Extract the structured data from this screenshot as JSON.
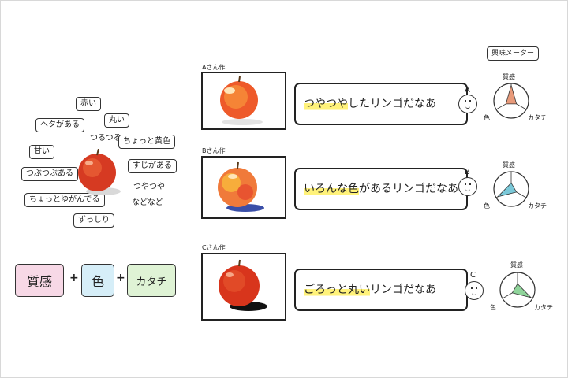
{
  "left_words": {
    "akai": "赤い",
    "marui": "丸い",
    "heta": "ヘタがある",
    "tsurutsuru": "つるつる",
    "chotto_koshoku": "ちょっと黄色",
    "amai": "甘い",
    "sujigaaru": "すじがある",
    "tsubutsubu": "つぶつぶある",
    "tsuyatsuya": "つやつや",
    "yugandeiru": "ちょっとゆがんでる",
    "nadonado": "などなど",
    "zusshiri": "ずっしり"
  },
  "elements": {
    "shitsukan": "質感",
    "iro": "色",
    "katachi": "カタチ",
    "plus": "+"
  },
  "meter_title": "興味メーター",
  "rows": [
    {
      "caption": "Aさん作",
      "speech_hl": "つやつや",
      "speech_rest": "したリンゴだなあ",
      "letter": "A",
      "radar_top": "質感",
      "radar_left": "色",
      "radar_right": "カタチ",
      "radar": {
        "shitsukan": 0.9,
        "iro": 0.35,
        "katachi": 0.35
      },
      "colors": {
        "apple": "#ee5a2a",
        "highlight": "#fff27a",
        "radar": "#e89a7a"
      }
    },
    {
      "caption": "Bさん作",
      "speech_hl_a": "いろんな色",
      "speech_rest": "があるリンゴだなあ",
      "letter": "B",
      "radar_top": "質感",
      "radar_left": "色",
      "radar_right": "カタチ",
      "radar": {
        "shitsukan": 0.35,
        "iro": 0.9,
        "katachi": 0.35
      },
      "colors": {
        "apple": "#f07a3a",
        "highlight": "#fff27a",
        "radar": "#7ac8d8",
        "shadow": "#3a4fa8"
      }
    },
    {
      "caption": "Cさん作",
      "speech_hl": "ごろっと丸い",
      "speech_rest": "リンゴだなあ",
      "letter": "C",
      "radar_top": "質感",
      "radar_left": "色",
      "radar_right": "カタチ",
      "radar": {
        "shitsukan": 0.35,
        "iro": 0.35,
        "katachi": 0.9
      },
      "colors": {
        "apple": "#d8351c",
        "highlight": "#fff27a",
        "radar": "#8fd49a"
      }
    }
  ],
  "colors": {
    "shitsukan_box": "#f7d8e6",
    "iro_box": "#d6eef8",
    "katachi_box": "#dff3d5"
  }
}
